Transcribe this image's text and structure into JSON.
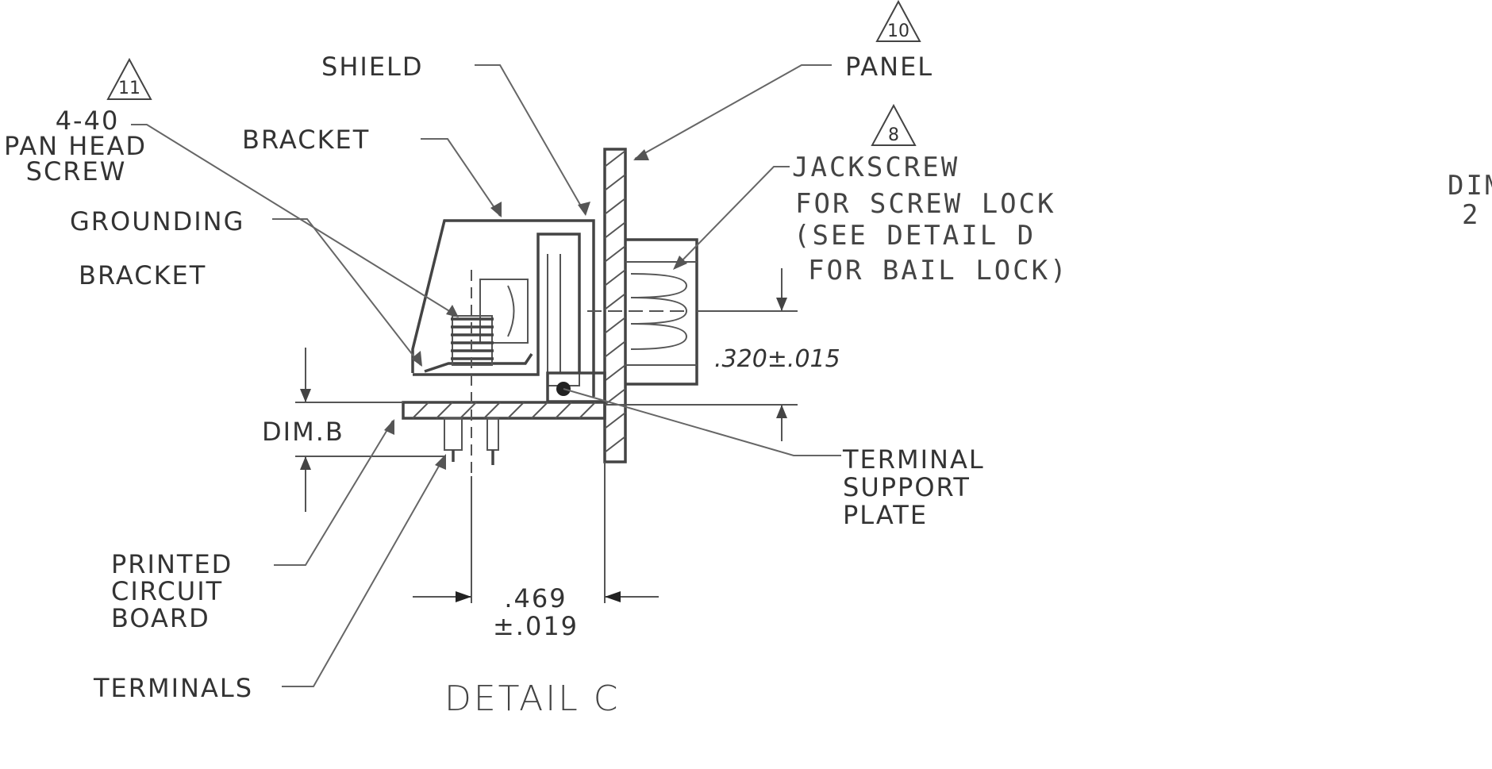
{
  "labels": {
    "shield": "SHIELD",
    "bracket": "BRACKET",
    "panel": "PANEL",
    "screw_line1": "4-40",
    "screw_line2": "PAN HEAD",
    "screw_line3": "SCREW",
    "grounding_line1": "GROUNDING",
    "grounding_line2": "BRACKET",
    "jackscrew_line1": "JACKSCREW",
    "jackscrew_line2": "FOR  SCREW  LOCK",
    "jackscrew_line3": "(SEE   DETAIL   D",
    "jackscrew_line4": "FOR   BAIL   LOCK)",
    "dim_b": "DIM.B",
    "dim_320": ".320±.015",
    "tsp_line1": "TERMINAL",
    "tsp_line2": "SUPPORT",
    "tsp_line3": "PLATE",
    "pcb_line1": "PRINTED",
    "pcb_line2": "CIRCUIT",
    "pcb_line3": "BOARD",
    "terminals": "TERMINALS",
    "dim_469_line1": ".469",
    "dim_469_line2": "±.019",
    "detail_title": "DETAIL  C",
    "right_edge_line1": "DIM",
    "right_edge_line2": "2"
  },
  "flag_notes": {
    "panel": "10",
    "screw": "11",
    "jackscrew": "8"
  }
}
